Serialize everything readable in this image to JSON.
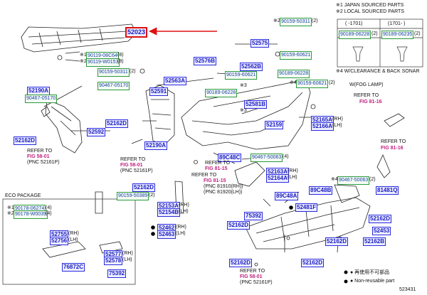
{
  "doc_code": "523431",
  "notes": {
    "jp": "※1 JAPAN SOURCED PARTS",
    "local": "※2 LOCAL SOURCED PARTS",
    "clearance": "※4 W/CLEARANCE & BACK SONAR",
    "note3": "※3"
  },
  "source_table": {
    "col1": "( -1701)",
    "col2": "(1701- )",
    "part1": "90189-06228",
    "qty1": "(2)",
    "part2": "90189-06235",
    "qty2": "(2)"
  },
  "highlight": {
    "part": "52023",
    "color": "#e01010"
  },
  "labels": {
    "p52575": "52575",
    "p90159_50311a": "90159-50311",
    "q2a": "(2)",
    "p90119_08c64": "90119-08C64",
    "q8": "(8)",
    "p90119_w0153": "90119-W0153",
    "q8b": "(8)",
    "p52576b": "52576B",
    "p90159_60621a": "90159-60621",
    "p90159_50311b": "90159-50311",
    "q2b": "(2)",
    "p52562b": "52562B",
    "p90159_60621b": "90159-60621",
    "p90189_06228a": "90189-06228",
    "p52563a": "52563A",
    "p90467_05170a": "90467-05170",
    "p90189_06228b": "90189-06228",
    "p52591": "52591",
    "p90159_60621c": "90159-60621",
    "q2c": "(2)",
    "p52190a_a": "52190A",
    "p90467_05170b": "90467-05170",
    "p52581b": "52581B",
    "p52162d_a": "52162D",
    "p52592": "52592",
    "p52159": "52159",
    "p52165a": "52165A",
    "rh1": "(RH)",
    "p52166a": "52166A",
    "lh1": "(LH)",
    "p52162d_b": "52162D",
    "p52190a_b": "52190A",
    "p89c48c": "89C48C",
    "p90467_50063a": "90467-50063",
    "q4": "(4)",
    "p52163a": "52163A",
    "rh2": "(RH)",
    "p52164a": "52164A",
    "lh2": "(LH)",
    "p52162d_c": "52162D",
    "p90159_50389": "90159-50389",
    "q2d": "(2)",
    "p90467_50063b": "90467-50063",
    "q2e": "(2)",
    "p81481q": "81481Q",
    "p89c48a": "89C48A",
    "p89c48b": "89C48B",
    "p52481f": "52481F",
    "p52153a": "52153A",
    "rh3": "(RH)",
    "p52154b": "52154B",
    "lh3": "(LH)",
    "p75392a": "75392",
    "p52462": "52462",
    "rh4": "(RH)",
    "p52463": "52463",
    "lh4": "(LH)",
    "p52162d_d": "52162D",
    "p52162d_e": "52162D",
    "p52453": "52453",
    "p52162d_f": "52162D",
    "p52162b": "52162B",
    "p52162d_g": "52162D",
    "p90178_06274": "90178-06274",
    "q4b": "(4)",
    "p90178_w0039": "90178-W0039",
    "q4c": "(4)",
    "p52755": "52755",
    "rh5": "(RH)",
    "p52756": "52756",
    "lh5": "(LH)",
    "p52577": "52577",
    "rh6": "(RH)",
    "p52578": "52578",
    "lh6": "(LH)",
    "p76872c": "76872C",
    "p75392b": "75392",
    "p52162d_h": "52162D"
  },
  "refs": {
    "r1_title": "REFER TO",
    "r1_fig": "FIG 58-01",
    "r1_pnc": "(PNC 52161P)",
    "r2_title": "REFER TO",
    "r2_fig": "FIG 58-01",
    "r2_pnc": "(PNC 52161P)",
    "r3_title": "REFER TO",
    "r3_fig": "FIG 81-15",
    "r4_title": "REFER TO",
    "r4_fig": "FIG 81-15",
    "r4_pnc1": "(PNC 81910(RH))",
    "r4_pnc2": "(PNC 81920(LH))",
    "r5_title": "REFER TO",
    "r5_fig": "FIG 81-16",
    "r6_title": "REFER TO",
    "r6_fig": "FIG 81-16",
    "r7_title": "REFER TO",
    "r7_fig": "FIG 58-01",
    "r7_pnc": "(PNC 52161P)"
  },
  "fog_lamp": "W(FOG LAMP)",
  "eco_package": "ECO PACKAGE",
  "eco_note1": "※1",
  "eco_note2": "※2",
  "legend": {
    "reuse_jp": "● 再使用不可部品",
    "non_reusable": "● Non-reusable part"
  },
  "notes_extra": {
    "n1a": "※1",
    "n2a": "※2",
    "n3b": "※3",
    "n4a": "※4",
    "n4b": "※4"
  }
}
